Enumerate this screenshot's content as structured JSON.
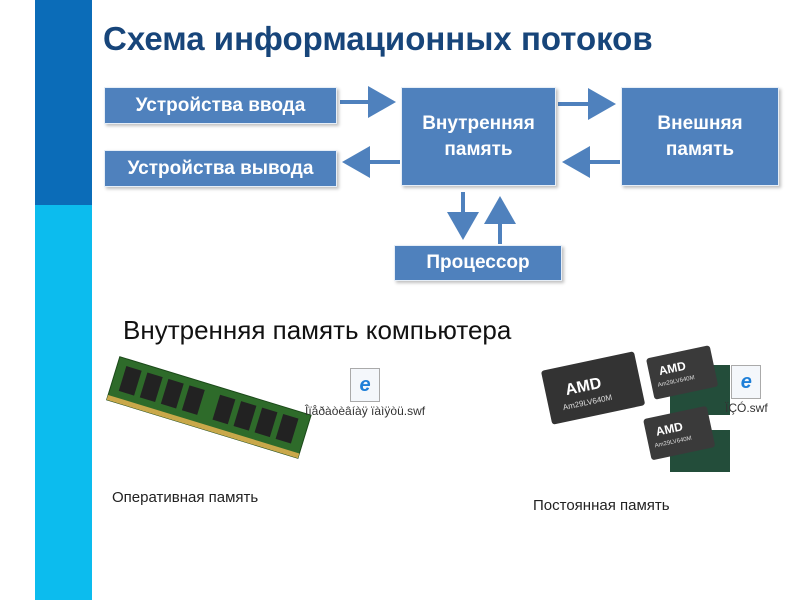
{
  "title": "Схема информационных потоков",
  "diagram": {
    "input_devices": "Устройства ввода",
    "output_devices": "Устройства вывода",
    "internal_memory": "Внутренняя память",
    "external_memory": "Внешняя память",
    "processor": "Процессор"
  },
  "subtitle": "Внутренняя память компьютера",
  "ram": {
    "caption": "Оперативная память",
    "file": "Îïåðàòèâíàÿ ïàìÿòü.swf"
  },
  "rom": {
    "caption": "Постоянная память",
    "file": "ÏÇÓ.swf",
    "chip_brand": "AMD",
    "chip_model": "Am29LV640M"
  },
  "colors": {
    "box": "#4f81bd",
    "title": "#17457a",
    "bar_dark": "#0b6cb8",
    "bar_light": "#0cbcee"
  }
}
